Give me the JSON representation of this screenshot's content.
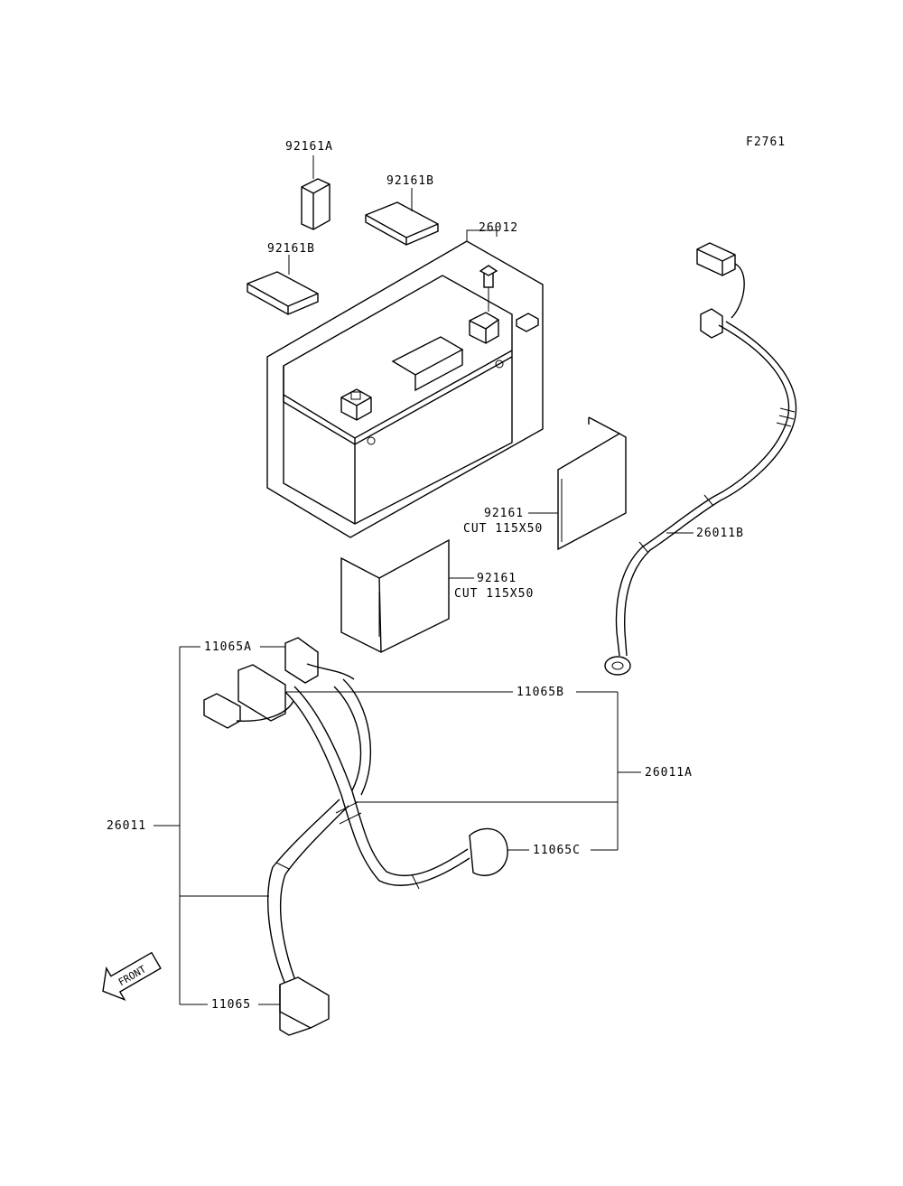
{
  "figure_id": "F2761",
  "labels": {
    "p92161A": "92161A",
    "p92161B_top": "92161B",
    "p92161B_left": "92161B",
    "p26012": "26012",
    "p92161_right": "92161",
    "p92161_right_cut": "CUT 115X50",
    "p92161_left": "92161",
    "p92161_left_cut": "CUT 115X50",
    "p26011B": "26011B",
    "p11065A": "11065A",
    "p11065B": "11065B",
    "p26011A": "26011A",
    "p26011": "26011",
    "p11065C": "11065C",
    "p11065": "11065"
  },
  "front_marker": "FRONT"
}
